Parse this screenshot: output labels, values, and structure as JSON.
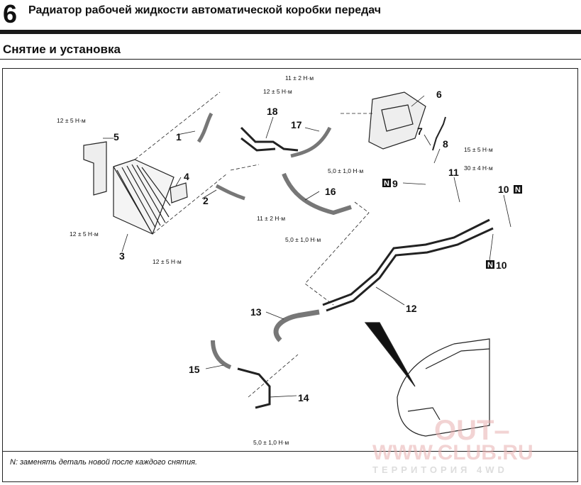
{
  "header": {
    "chapter": "6",
    "title": "Радиатор рабочей жидкости автоматической коробки передач"
  },
  "section": {
    "title": "Снятие и установка"
  },
  "labels": {
    "p1": "1",
    "p2": "2",
    "p3": "3",
    "p4": "4",
    "p5": "5",
    "p6": "6",
    "p7": "7",
    "p8": "8",
    "p9": "9",
    "p10a": "10",
    "p10b": "10",
    "p11": "11",
    "p12": "12",
    "p13": "13",
    "p14": "14",
    "p15": "15",
    "p16": "16",
    "p17": "17",
    "p18": "18",
    "n9": "N",
    "n10a": "N",
    "n10b": "N"
  },
  "torques": {
    "t1": "11 ± 2 Н·м",
    "t2": "12 ± 5 Н·м",
    "t3": "12 ± 5 Н·м",
    "t4": "15 ± 5 Н·м",
    "t5": "5,0 ± 1,0 Н·м",
    "t6": "30 ± 4 Н·м",
    "t7": "11 ± 2 Н·м",
    "t8": "12 ± 5 Н·м",
    "t9": "12 ± 5 Н·м",
    "t10": "5,0 ± 1,0 Н·м",
    "t11": "5,0 ± 1,0 Н·м"
  },
  "footnote": "N: заменять деталь новой после каждого снятия.",
  "watermark": {
    "line1": "OUT–",
    "line2": "WWW.CLUB.RU",
    "line3": "ТЕРРИТОРИЯ 4WD"
  }
}
